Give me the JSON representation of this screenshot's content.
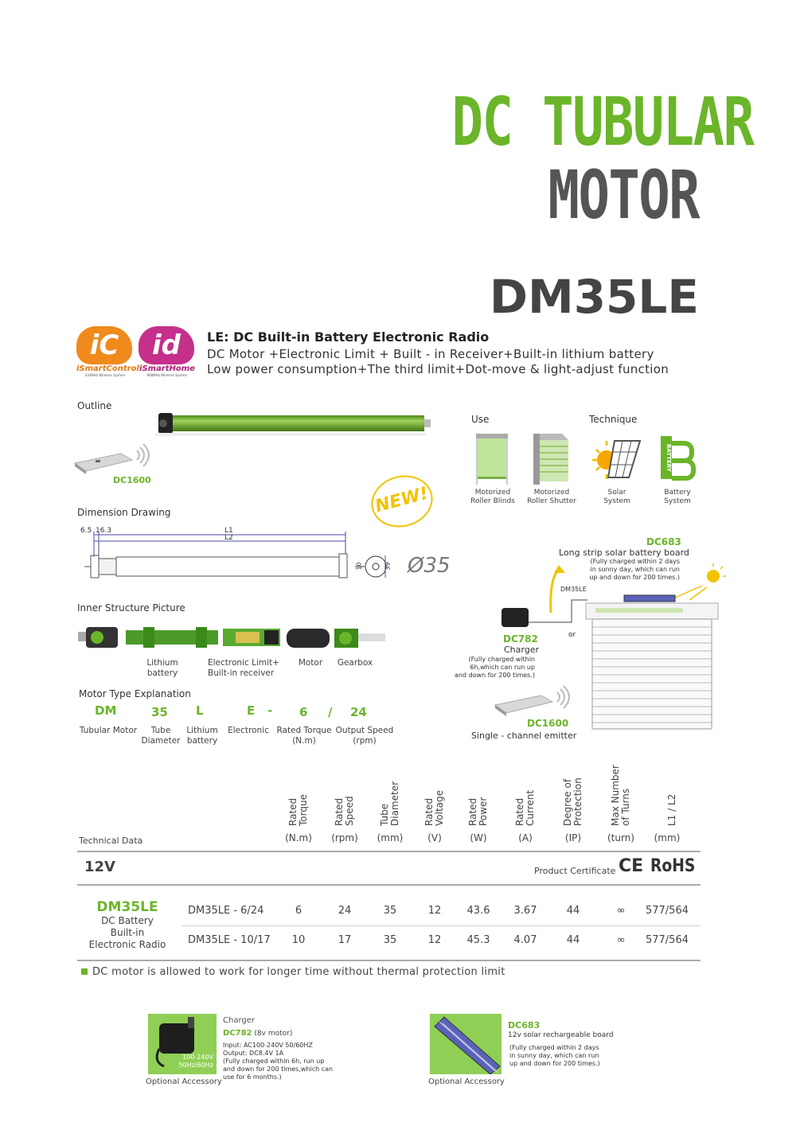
{
  "header": {
    "title_line1": "DC TUBULAR",
    "title_line2": "MOTOR",
    "model": "DM35LE"
  },
  "brands": [
    {
      "badge": "iC",
      "name": "iSmartControl",
      "tag": "433MHz Wireless System",
      "color": "#f08a1c"
    },
    {
      "badge": "id",
      "name": "iSmartHome",
      "tag": "868MHz Wireless System",
      "color": "#c4308a"
    }
  ],
  "intro": {
    "title": "LE: DC Built-in Battery Electronic Radio",
    "line1": "DC Motor +Electronic Limit + Built - in Receiver+Built-in lithium battery",
    "line2": "Low power consumption+The third limit+Dot-move & light-adjust function"
  },
  "outline": {
    "label": "Outline",
    "emitter_label": "DC1600",
    "new_badge": "NEW!"
  },
  "use": {
    "label": "Use",
    "items": [
      {
        "line1": "Motorized",
        "line2": "Roller Blinds"
      },
      {
        "line1": "Motorized",
        "line2": "Roller Shutter"
      }
    ]
  },
  "technique": {
    "label": "Technique",
    "items": [
      {
        "line1": "Solar",
        "line2": "System"
      },
      {
        "line1": "Battery",
        "line2": "System"
      }
    ],
    "battery_word": "BATTERY"
  },
  "dimension": {
    "label": "Dimension Drawing",
    "d1": "6.5",
    "d2": "16.3",
    "l1": "L1",
    "l2": "L2",
    "h1": "10",
    "h2": "39",
    "diameter": "Ø35"
  },
  "system": {
    "dc683_name": "DC683",
    "dc683_desc": "Long strip solar battery board",
    "dc683_note1": "(Fully charged within 2 days",
    "dc683_note2": "in sunny day, which can run",
    "dc683_note3": "up and down for 200 times.)",
    "motor_tag": "DM35LE",
    "or": "or",
    "dc782_name": "DC782",
    "dc782_desc": "Charger",
    "dc782_note1": "(Fully charged within",
    "dc782_note2": "6h,which can run up",
    "dc782_note3": "and down for 200 times.)",
    "dc1600_name": "DC1600",
    "dc1600_desc": "Single - channel emitter"
  },
  "inner": {
    "label": "Inner Structure Picture",
    "parts": [
      {
        "line1": "Lithium",
        "line2": "battery"
      },
      {
        "line1": "Electronic Limit+",
        "line2": "Built-in receiver"
      },
      {
        "line1": "Motor",
        "line2": ""
      },
      {
        "line1": "Gearbox",
        "line2": ""
      }
    ]
  },
  "motor_type": {
    "label": "Motor Type Explanation",
    "codes": [
      "DM",
      "35",
      "L",
      "E",
      "-",
      "6",
      "/",
      "24"
    ],
    "labels": [
      {
        "line1": "",
        "line2": "Tubular Motor"
      },
      {
        "line1": "Tube",
        "line2": "Diameter"
      },
      {
        "line1": "Lithium",
        "line2": "battery"
      },
      {
        "line1": "Electronic",
        "line2": ""
      },
      {
        "line1": "Rated Torque",
        "line2": "(N.m)"
      },
      {
        "line1": "Output Speed",
        "line2": "(rpm)"
      }
    ]
  },
  "technical": {
    "label": "Technical Data",
    "columns": [
      {
        "h1": "Rated",
        "h2": "Torque",
        "unit": "(N.m)"
      },
      {
        "h1": "Rated",
        "h2": "Speed",
        "unit": "(rpm)"
      },
      {
        "h1": "Tube",
        "h2": "Diameter",
        "unit": "(mm)"
      },
      {
        "h1": "Rated",
        "h2": "Voltage",
        "unit": "(V)"
      },
      {
        "h1": "Rated",
        "h2": "Power",
        "unit": "(W)"
      },
      {
        "h1": "Rated",
        "h2": "Current",
        "unit": "(A)"
      },
      {
        "h1": "Degree of",
        "h2": "Protection",
        "unit": "(IP)"
      },
      {
        "h1": "Max Number",
        "h2": "of Turns",
        "unit": "(turn)"
      },
      {
        "h1": "L1 / L2",
        "h2": "",
        "unit": "(mm)"
      }
    ],
    "voltage": "12V",
    "certificate": "Product Certificate",
    "ce": "CE",
    "rohs": "RoHS",
    "group_name": "DM35LE",
    "group_desc1": "DC Battery",
    "group_desc2": "Built-in",
    "group_desc3": "Electronic Radio",
    "rows": [
      {
        "model": "DM35LE - 6/24",
        "values": [
          "6",
          "24",
          "35",
          "12",
          "43.6",
          "3.67",
          "44",
          "∞",
          "577/564"
        ]
      },
      {
        "model": "DM35LE - 10/17",
        "values": [
          "10",
          "17",
          "35",
          "12",
          "45.3",
          "4.07",
          "44",
          "∞",
          "577/564"
        ]
      }
    ],
    "note": "DC motor is allowed to work for longer time without thermal protection limit"
  },
  "accessories": [
    {
      "heading": "Charger",
      "name": "DC782",
      "name_suffix": "(8v motor)",
      "line1": "Input:  AC100-240V 50/60HZ",
      "line2": "Output:  DC8.4V 1A",
      "line3": "(Fully charged within 6h, run up",
      "line4": "and down for 200 times,which can",
      "line5": "use for 6 months.)",
      "image_text1": "100-240V",
      "image_text2": "50Hz/60Hz",
      "caption": "Optional Accessory"
    },
    {
      "name": "DC683",
      "desc": "12v solar rechargeable board",
      "line1": "(Fully charged within 2 days",
      "line2": "in sunny day, which can run",
      "line3": "up and down for 200 times.)",
      "caption": "Optional Accessory"
    }
  ],
  "colors": {
    "accent": "#6bb52a",
    "dark": "#555555"
  }
}
